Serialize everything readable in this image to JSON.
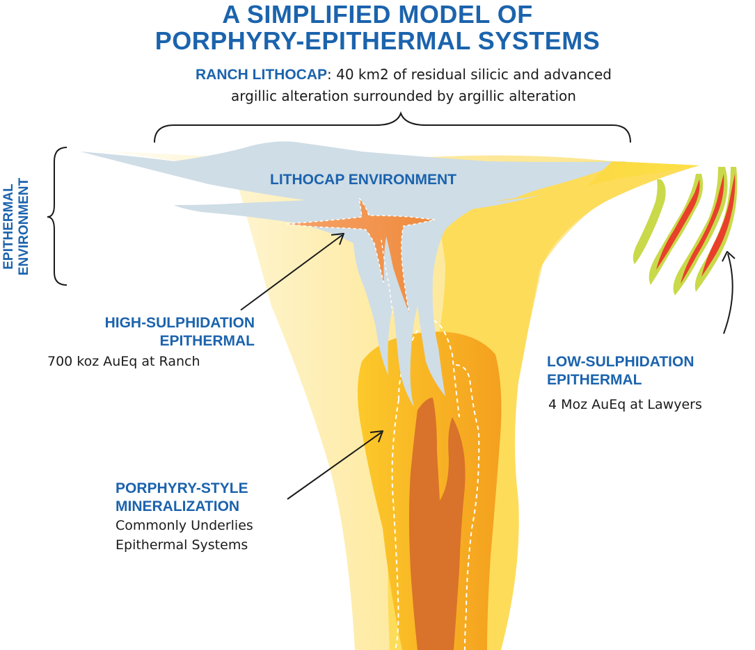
{
  "title": {
    "line1": "A SIMPLIFIED MODEL OF",
    "line2": "PORPHYRY-EPITHERMAL SYSTEMS"
  },
  "subtitle": {
    "highlight": "RANCH LITHOCAP",
    "text_line1": ": 40 km2 of residual silicic and advanced",
    "text_line2": "argillic alteration surrounded by argillic alteration"
  },
  "side_label": {
    "line1": "EPITHERMAL",
    "line2": "ENVIRONMENT"
  },
  "lithocap_label": "LITHOCAP ENVIRONMENT",
  "high_sulphidation": {
    "line1": "HIGH-SULPHIDATION",
    "line2": "EPITHERMAL",
    "detail": "700 koz AuEq at Ranch"
  },
  "low_sulphidation": {
    "line1": "LOW-SULPHIDATION",
    "line2": "EPITHERMAL",
    "detail": "4 Moz AuEq at Lawyers"
  },
  "porphyry": {
    "line1": "PORPHYRY-STYLE",
    "line2": "MINERALIZATION",
    "detail1": "Commonly Underlies",
    "detail2": "Epithermal Systems"
  },
  "colors": {
    "label_blue": "#1b63ad",
    "lithocap_blue": "#cfdde6",
    "outer_yellow": "#fde58a",
    "inner_yellow": "#fbd13a",
    "porphyry_orange": "#f5a623",
    "core_orange": "#d9722a",
    "vein_red": "#e8402a",
    "vein_green": "#c9d94a"
  }
}
